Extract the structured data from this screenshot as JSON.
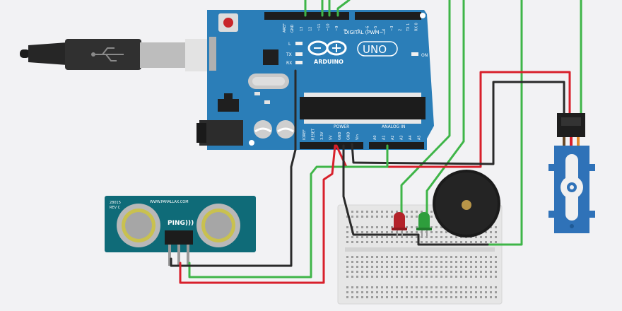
{
  "arduino": {
    "board_name": "UNO",
    "brand": "ARDUINO",
    "digital_header": "DIGITAL (PWM~)",
    "power_header": "POWER",
    "analog_header": "ANALOG IN",
    "on_label": "ON",
    "aref_label": "AREF",
    "gnd_label": "GND",
    "l_label": "L",
    "tx_label": "TX",
    "rx_label": "RX",
    "digital_pins": [
      "13",
      "12",
      "~11",
      "~10",
      "~9",
      "8",
      "7",
      "~6",
      "~5",
      "4",
      "~3",
      "2",
      "TX 1",
      "RX 0"
    ],
    "power_pins": [
      "IOREF",
      "RESET",
      "3.3V",
      "5V",
      "GND",
      "GND",
      "Vin"
    ],
    "analog_pins": [
      "A0",
      "A1",
      "A2",
      "A3",
      "A4",
      "A5"
    ]
  },
  "sensor": {
    "model": "28015",
    "revision": "REV C",
    "website": "WWW.PARALLAX.COM",
    "name": "PING)))"
  },
  "colors": {
    "board": "#2b7eb8",
    "sensor_board": "#0f6b78",
    "wire_green": "#3fb548",
    "wire_red": "#d8202b",
    "wire_black": "#2a2a2a",
    "led_red": "#b3222a",
    "led_green": "#2e9e3c",
    "servo": "#2f72b8",
    "background": "#f2f2f4"
  }
}
